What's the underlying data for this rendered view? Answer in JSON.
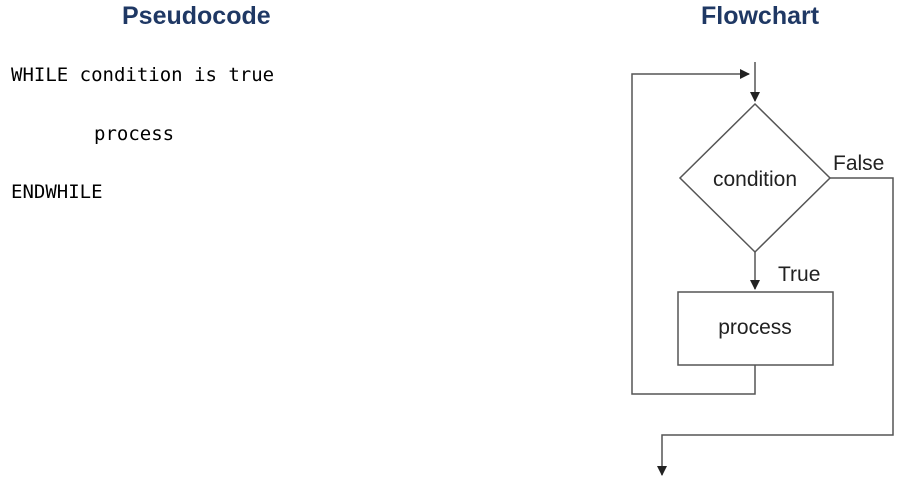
{
  "pseudocode": {
    "heading": "Pseudocode",
    "lines": [
      "WHILE condition is true",
      "process",
      "ENDWHILE"
    ]
  },
  "flowchart": {
    "heading": "Flowchart",
    "condition_label": "condition",
    "process_label": "process",
    "true_label": "True",
    "false_label": "False"
  },
  "colors": {
    "heading": "#1f3864",
    "lines": "#555555",
    "text": "#222222"
  }
}
